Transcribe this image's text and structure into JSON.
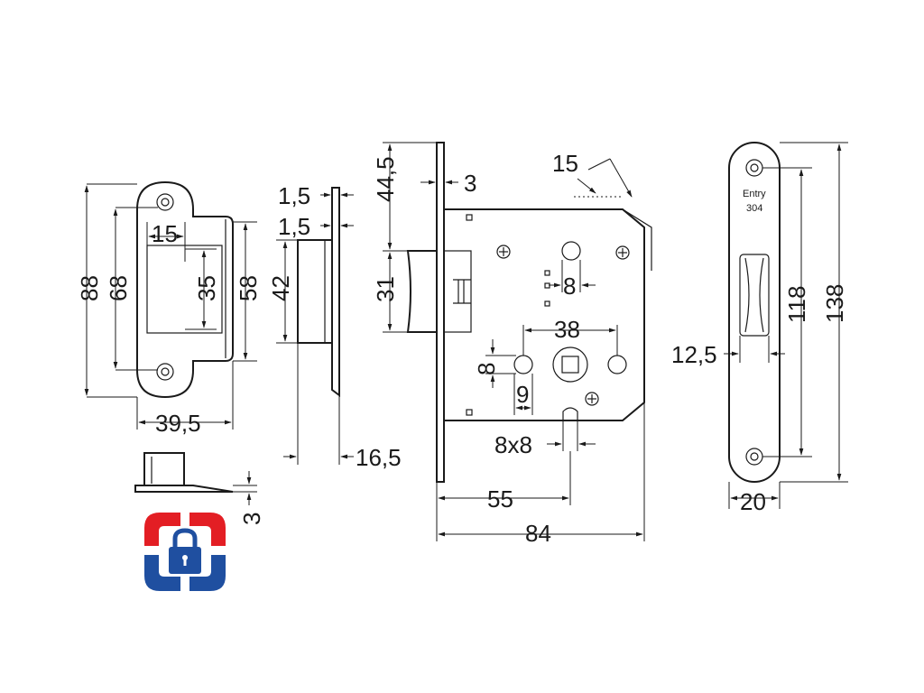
{
  "strike_plate": {
    "dim_height_total": "88",
    "dim_height_holes": "68",
    "dim_slot_width": "15",
    "dim_slot_height": "35",
    "dim_lip_height": "58",
    "dim_width": "39,5",
    "dim_thickness": "3"
  },
  "side_view": {
    "dim_plate_thickness_top": "1,5",
    "dim_plate_thickness_mid": "1,5",
    "dim_body_height": "42",
    "dim_depth": "16,5"
  },
  "lock_body": {
    "dim_top_offset": "44,5",
    "dim_faceplate": "3",
    "dim_bevel": "15",
    "dim_latch_height": "31",
    "dim_hole": "8",
    "dim_center_distance": "38",
    "dim_small_hole_v": "8",
    "dim_small_hole_h": "9",
    "dim_spindle": "8x8",
    "dim_backset": "55",
    "dim_total_width": "84"
  },
  "faceplate": {
    "engraving_line1": "Entry",
    "engraving_line2": "304",
    "dim_slot_offset": "12,5",
    "dim_hole_distance": "118",
    "dim_length": "138",
    "dim_width": "20"
  },
  "logo": {
    "icon": "padlock-icon",
    "color_top": "#e31e24",
    "color_bottom": "#1f4fa0"
  }
}
